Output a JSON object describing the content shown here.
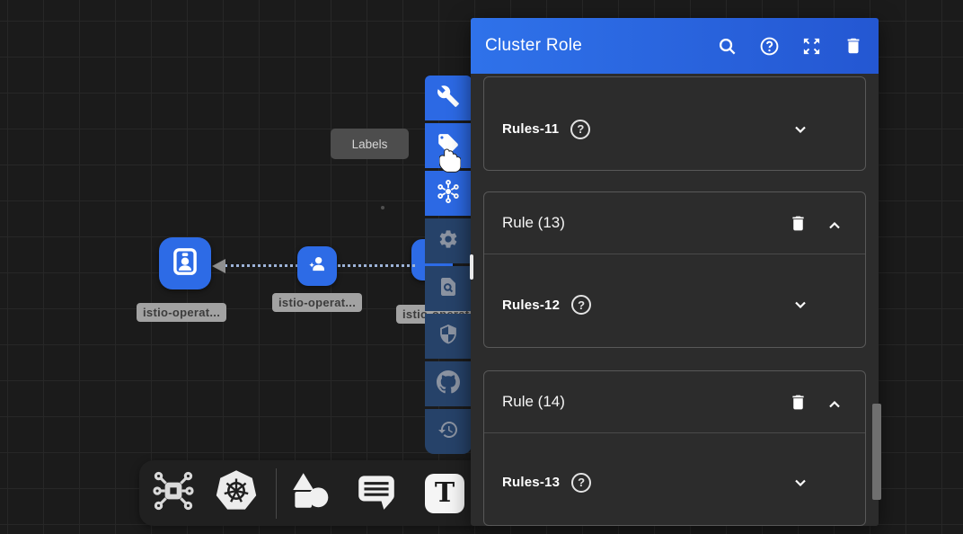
{
  "colors": {
    "accent_blue": "#2c69e4",
    "toolbar_navy": "#264269",
    "node_blue": "#2d6be6",
    "panel_bg": "#2c2c2c",
    "canvas_bg": "#1b1b1b",
    "header_grad_start": "#2f72ea",
    "header_grad_end": "#2457d2"
  },
  "panel": {
    "title": "Cluster Role",
    "header_icons": [
      "search",
      "help",
      "fullscreen",
      "delete"
    ],
    "help_glyph": "?",
    "sections": [
      {
        "rules_label": "Rules-11"
      },
      {
        "header_label": "Rule (13)",
        "rules_label": "Rules-12"
      },
      {
        "header_label": "Rule (14)",
        "rules_label": "Rules-13"
      }
    ]
  },
  "tooltip": {
    "label": "Labels"
  },
  "canvas": {
    "nodes": [
      {
        "label": "istio-operat..."
      },
      {
        "label": "istio-operat..."
      },
      {
        "label": "istio-operat..."
      }
    ]
  },
  "toolbar_left": {
    "items": [
      "wrench",
      "labels-tag",
      "mesh",
      "settings",
      "scan-document",
      "shield",
      "github",
      "history"
    ]
  },
  "toolbar_bottom": {
    "items": [
      "integrations",
      "kubernetes",
      "shapes",
      "comment",
      "text"
    ],
    "text_glyph": "T"
  }
}
